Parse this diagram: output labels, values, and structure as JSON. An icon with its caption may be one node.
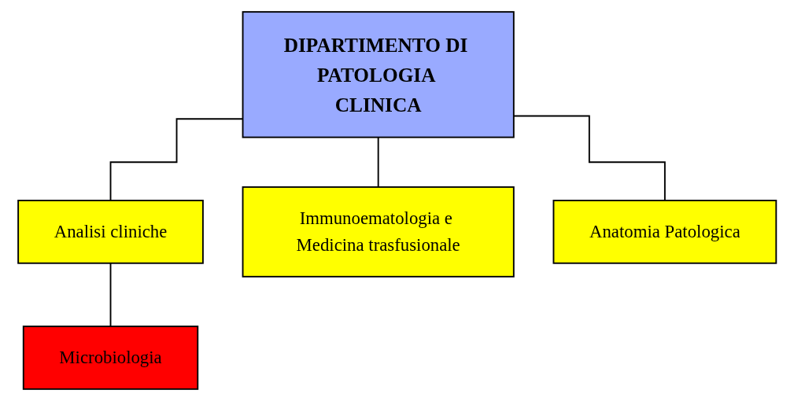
{
  "diagram": {
    "nodes": [
      {
        "text": [
          "DIPARTIMENTO DI PATOLOGIA CLINICA"
        ]
      },
      {
        "text": [
          "Analisi cliniche"
        ]
      },
      {
        "text": [
          "Immunoematologia e Medicina trasfusionale"
        ]
      },
      {
        "text": [
          "Microbiologia"
        ]
      },
      {
        "text": [
          "Anatomia Patologica"
        ]
      }
    ],
    "edges": [
      {
        "from": 0,
        "to": 1,
        "arrow": "none"
      },
      {
        "from": 0,
        "to": 2,
        "arrow": "none"
      },
      {
        "from": 0,
        "to": 4,
        "arrow": "none"
      },
      {
        "from": 1,
        "to": 3,
        "arrow": "none"
      }
    ]
  }
}
